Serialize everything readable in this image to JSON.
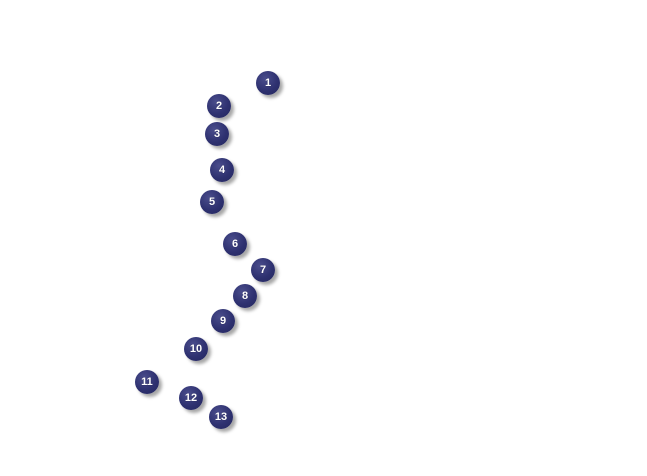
{
  "markers": [
    {
      "label": "1"
    },
    {
      "label": "2"
    },
    {
      "label": "3"
    },
    {
      "label": "4"
    },
    {
      "label": "5"
    },
    {
      "label": "6"
    },
    {
      "label": "7"
    },
    {
      "label": "8"
    },
    {
      "label": "9"
    },
    {
      "label": "10"
    },
    {
      "label": "11"
    },
    {
      "label": "12"
    },
    {
      "label": "13"
    }
  ],
  "colors": {
    "background": "#ffffff",
    "marker_fill": "#2e3170",
    "marker_text": "#ffffff"
  }
}
